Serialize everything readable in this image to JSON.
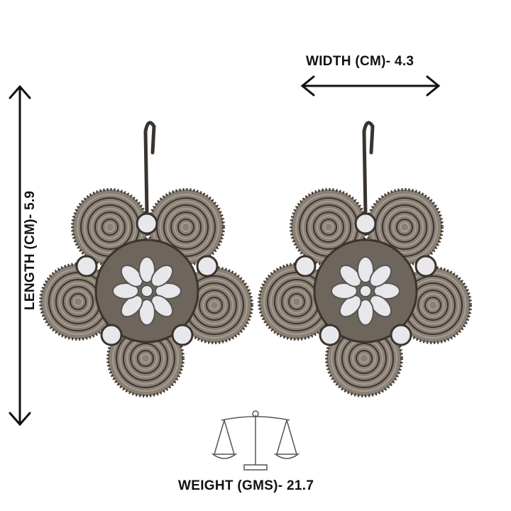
{
  "dimensions": {
    "width_label": "WIDTH (CM)- 4.3",
    "length_label": "LENGTH (CM)- 5.9",
    "weight_label": "WEIGHT (GMS)- 21.7"
  },
  "colors": {
    "metal": "#6e655c",
    "metal_dark": "#3a342f",
    "stone": "#e8e8ec",
    "text": "#111111"
  }
}
